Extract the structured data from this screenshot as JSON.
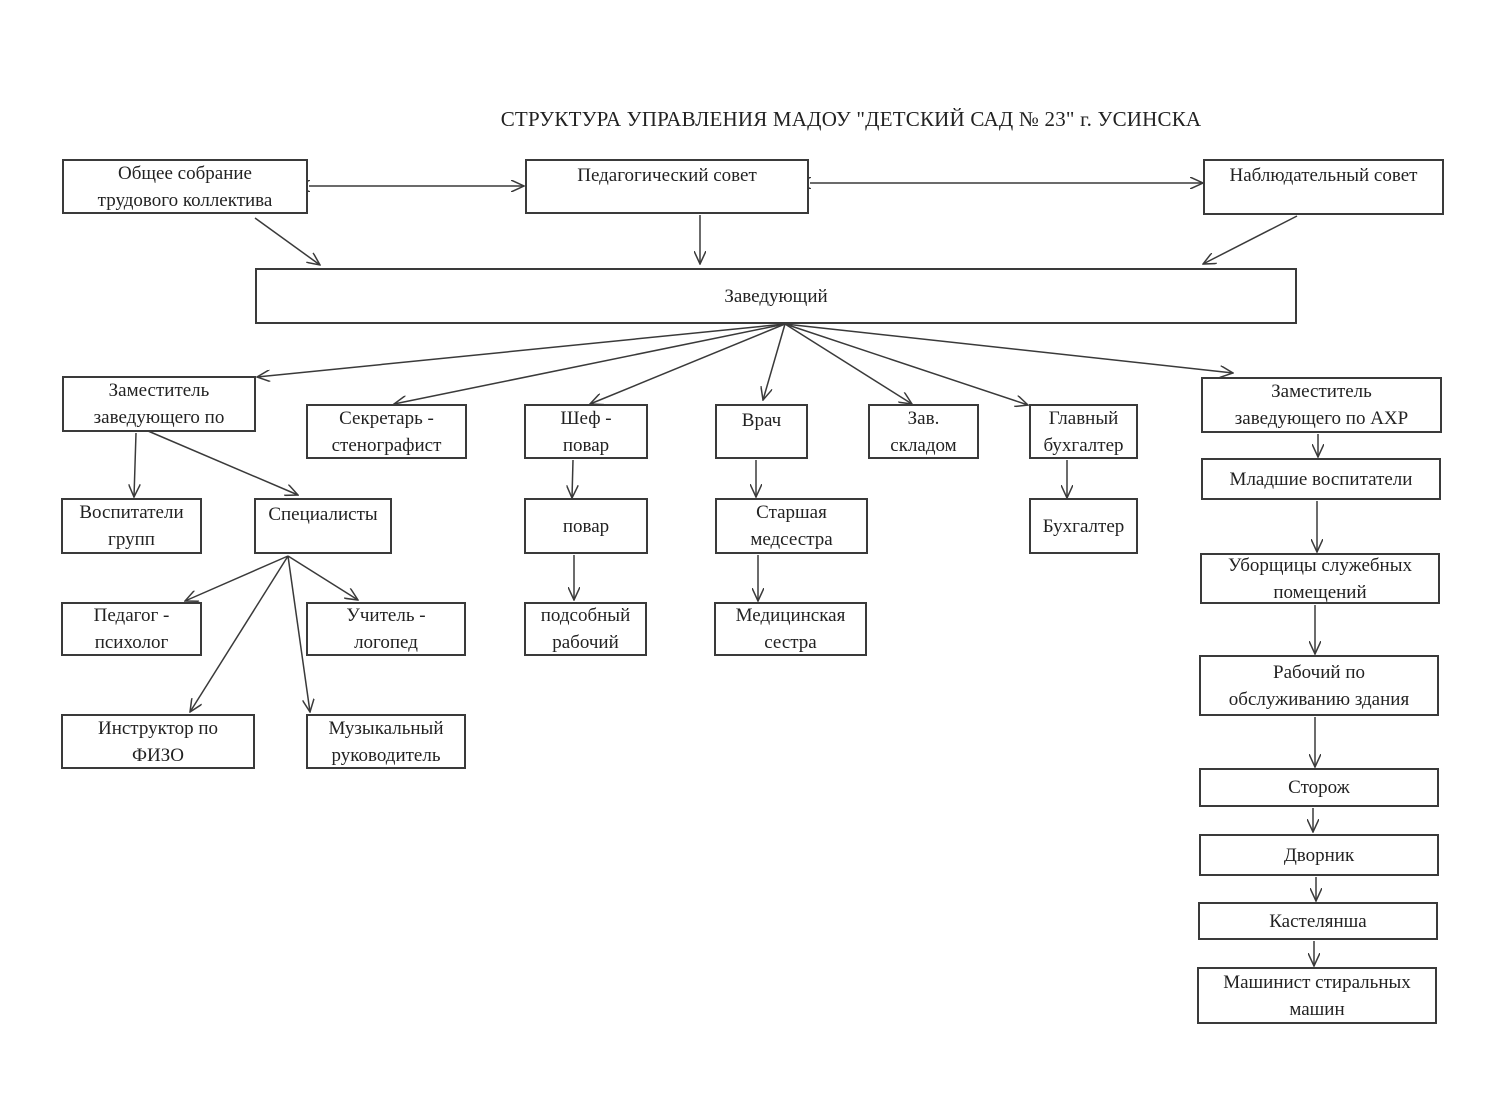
{
  "title": "СТРУКТУРА УПРАВЛЕНИЯ МАДОУ \"ДЕТСКИЙ САД № 23\" г. УСИНСКА",
  "colors": {
    "line": "#3a3a3a",
    "text": "#222222"
  },
  "nodes": {
    "general_meeting": "Общее собрание\nтрудового коллектива",
    "pedagogical_council": "Педагогический совет",
    "supervisory_board": "Наблюдательный совет",
    "head": "Заведующий",
    "deputy_head": "Заместитель\nзаведующего по",
    "secretary": "Секретарь -\nстенографист",
    "chef": "Шеф -\nповар",
    "doctor": "Врач",
    "warehouse_head": "Зав.\nскладом",
    "chief_accountant": "Главный\nбухгалтер",
    "deputy_ahr": "Заместитель\nзаведующего по АХР",
    "group_teachers": "Воспитатели\nгрупп",
    "specialists": "Специалисты",
    "cook": "повар",
    "senior_nurse": "Старшая\nмедсестра",
    "accountant": "Бухгалтер",
    "junior_teachers": "Младшие воспитатели",
    "psychologist": "Педагог -\nпсихолог",
    "speech_therapist": "Учитель -\nлогопед",
    "kitchen_worker": "подсобный\nрабочий",
    "nurse": "Медицинская\nсестра",
    "cleaners": "Уборщицы служебных\nпомещений",
    "building_worker": "Рабочий по\nобслуживанию здания",
    "pe_instructor": "Инструктор по\nФИЗО",
    "music_director": "Музыкальный\nруководитель",
    "watchman": "Сторож",
    "janitor": "Дворник",
    "linen_keeper": "Кастелянша",
    "laundry_operator": "Машинист стиральных\nмашин"
  }
}
